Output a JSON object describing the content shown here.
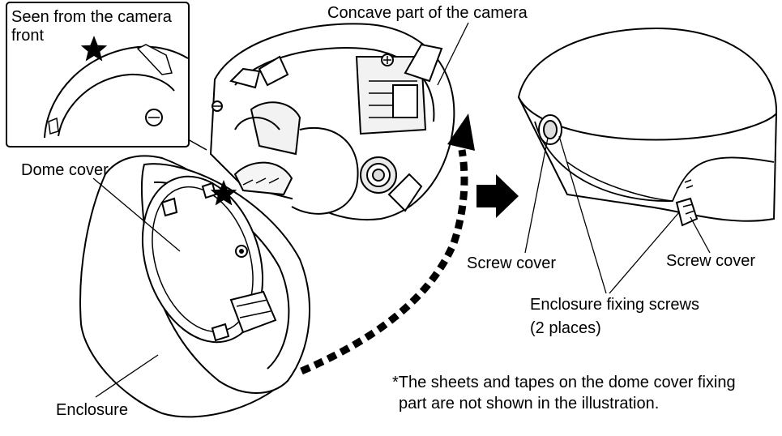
{
  "labels": {
    "inset_title_line1": "Seen from the camera",
    "inset_title_line2": "front",
    "concave_part": "Concave part of the camera",
    "dome_cover": "Dome cover",
    "enclosure": "Enclosure",
    "screw_cover_left": "Screw cover",
    "screw_cover_right": "Screw cover",
    "fixing_screws_line1": "Enclosure fixing screws",
    "fixing_screws_line2": "(2 places)",
    "note_line1": "*The sheets and tapes on the dome cover fixing",
    "note_line2": "part are not shown in the illustration."
  },
  "icons": [
    "star-marker-icon",
    "arrow-right-icon",
    "curved-dotted-arrow-icon"
  ],
  "colors": {
    "ink": "#000000",
    "paper": "#ffffff",
    "shade": "#e8e8e8"
  }
}
